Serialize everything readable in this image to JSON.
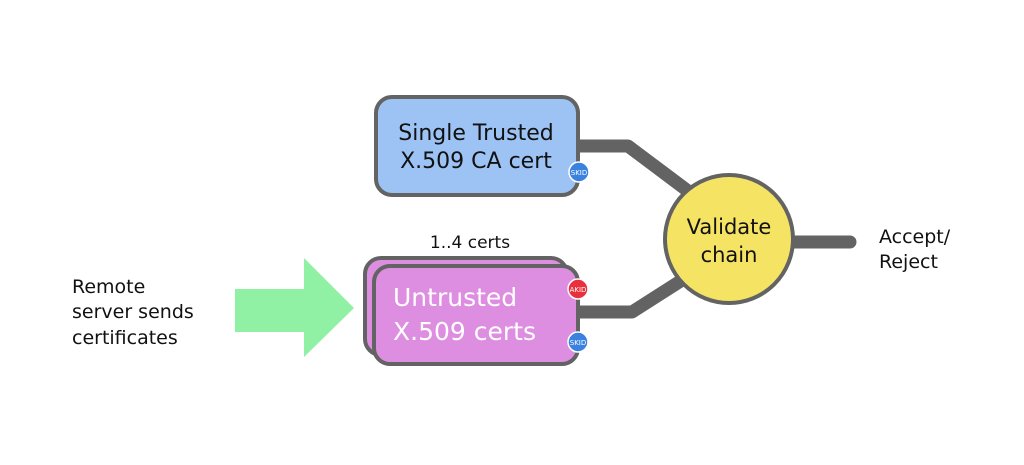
{
  "diagram": {
    "source": {
      "lines": [
        "Remote",
        "server sends",
        "certificates"
      ]
    },
    "trusted_cert": {
      "lines": [
        "Single Trusted",
        "X.509 CA cert"
      ],
      "fill": "#9dc3f5",
      "badges": [
        {
          "text": "SKID",
          "color": "#3b82e0"
        }
      ]
    },
    "untrusted_certs": {
      "count_label": "1..4 certs",
      "lines": [
        "Untrusted",
        "X.509 certs"
      ],
      "fill": "#de8ee0",
      "badges": [
        {
          "text": "AKID",
          "color": "#e8313c"
        },
        {
          "text": "SKID",
          "color": "#3b82e0"
        }
      ]
    },
    "validator": {
      "lines": [
        "Validate",
        "chain"
      ],
      "fill": "#f5e364"
    },
    "result": {
      "lines": [
        "Accept/",
        "Reject"
      ]
    },
    "colors": {
      "stroke": "#636363",
      "arrow": "#90f0a4",
      "text_dark": "#111111",
      "text_light": "#ffffff"
    }
  }
}
